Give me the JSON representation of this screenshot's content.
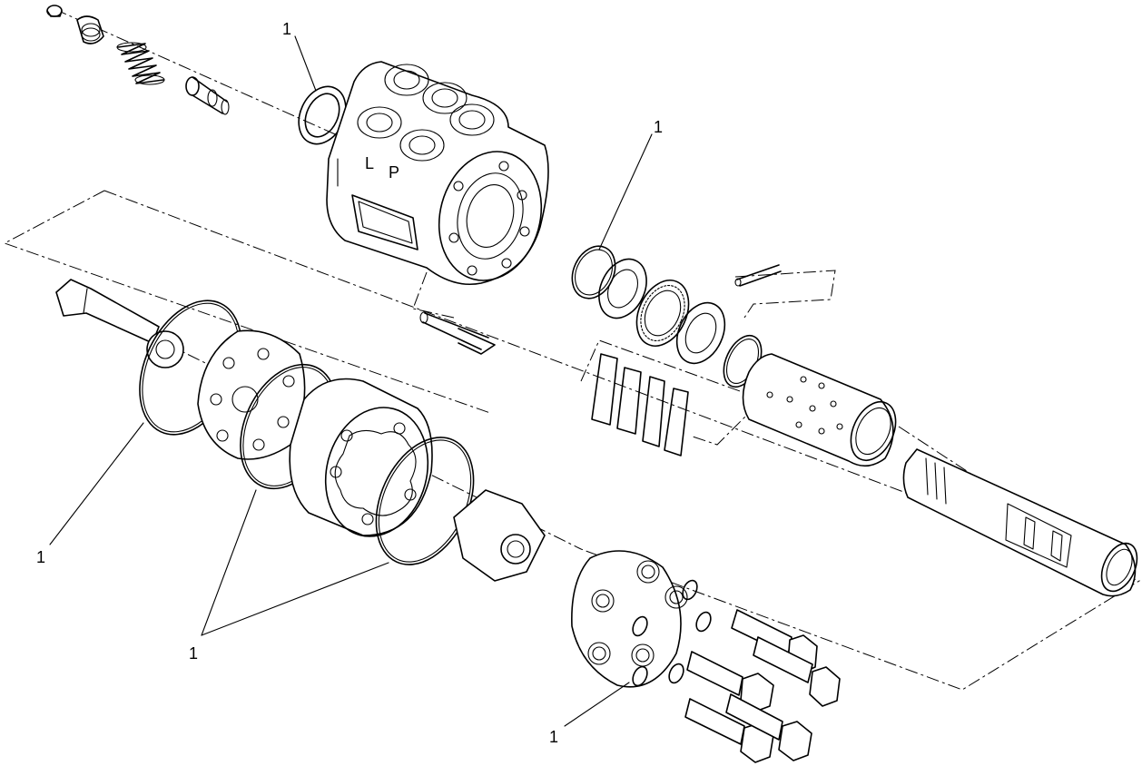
{
  "callouts": [
    {
      "id": "body-seal",
      "label": "1"
    },
    {
      "id": "bearing-rings",
      "label": "1"
    },
    {
      "id": "gerotor-seal",
      "label": "1"
    },
    {
      "id": "stator-seals",
      "label": "1"
    },
    {
      "id": "endcap-seals",
      "label": "1"
    }
  ],
  "body_markings": {
    "left_port": "L",
    "pressure_port": "P"
  }
}
